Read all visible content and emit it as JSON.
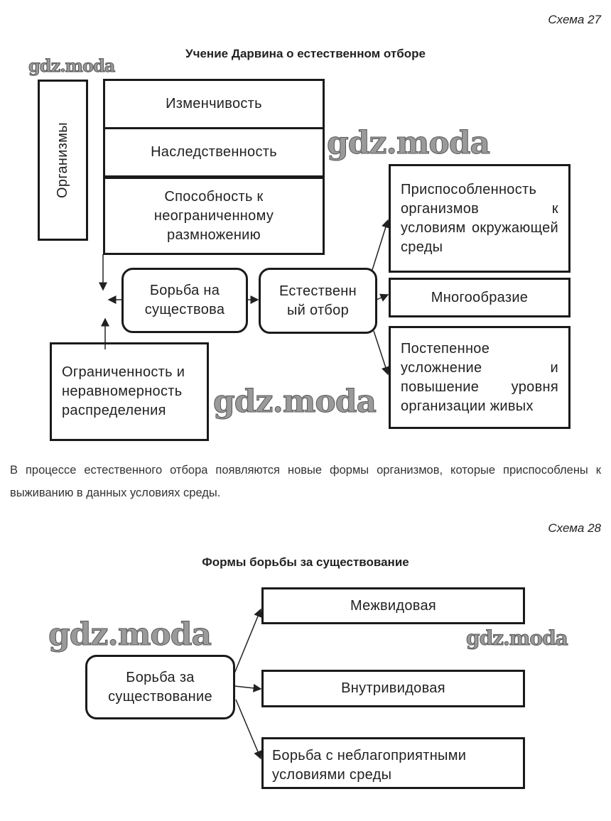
{
  "watermark": "gdz.moda",
  "schema27": {
    "label": "Схема 27",
    "title": "Учение Дарвина о естественном отборе",
    "organisms": "Организмы",
    "variability": "Изменчивость",
    "heredity": "Наследственность",
    "reproduction": "Способность к неограниченному размножению",
    "struggle": "Борьба на существова",
    "selection": "Естественн ый отбор",
    "limitation": "Ограниченность и неравномерность распределения",
    "adaptation": "Приспособленность организмов к условиям окружающей среды",
    "diversity": "Многообразие",
    "complexity": "Постепенное усложнение и повышение уровня организации живых"
  },
  "paragraph": "В процессе естественного отбора появляются новые формы организмов, которые приспособлены к выживанию в данных условиях среды.",
  "schema28": {
    "label": "Схема 28",
    "title": "Формы борьбы за существование",
    "source": "Борьба за существование",
    "interspecies": "Межвидовая",
    "intraspecies": "Внутривидовая",
    "environment": "Борьба с неблагоприятными условиями среды"
  }
}
